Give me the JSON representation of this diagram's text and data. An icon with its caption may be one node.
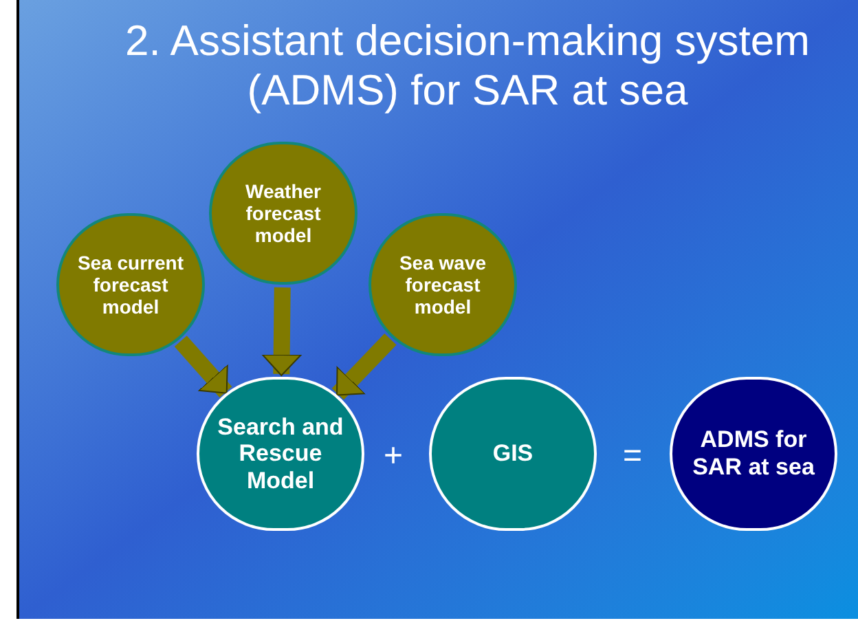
{
  "diagram": {
    "title": "2. Assistant decision-making system (ADMS) for SAR at sea",
    "nodes": [
      {
        "text": [
          "Sea current forecast model"
        ]
      },
      {
        "text": [
          "Weather forecast model"
        ]
      },
      {
        "text": [
          "Sea wave forecast model"
        ]
      },
      {
        "text": [
          "Search and Rescue Model"
        ]
      },
      {
        "text": [
          "GIS"
        ]
      },
      {
        "text": [
          "ADMS for SAR at sea"
        ]
      }
    ],
    "edges": [
      {
        "from": 0,
        "to": 3,
        "arrow": "to"
      },
      {
        "from": 1,
        "to": 3,
        "arrow": "to"
      },
      {
        "from": 2,
        "to": 3,
        "arrow": "to"
      }
    ],
    "labels": [
      "+",
      "="
    ]
  }
}
